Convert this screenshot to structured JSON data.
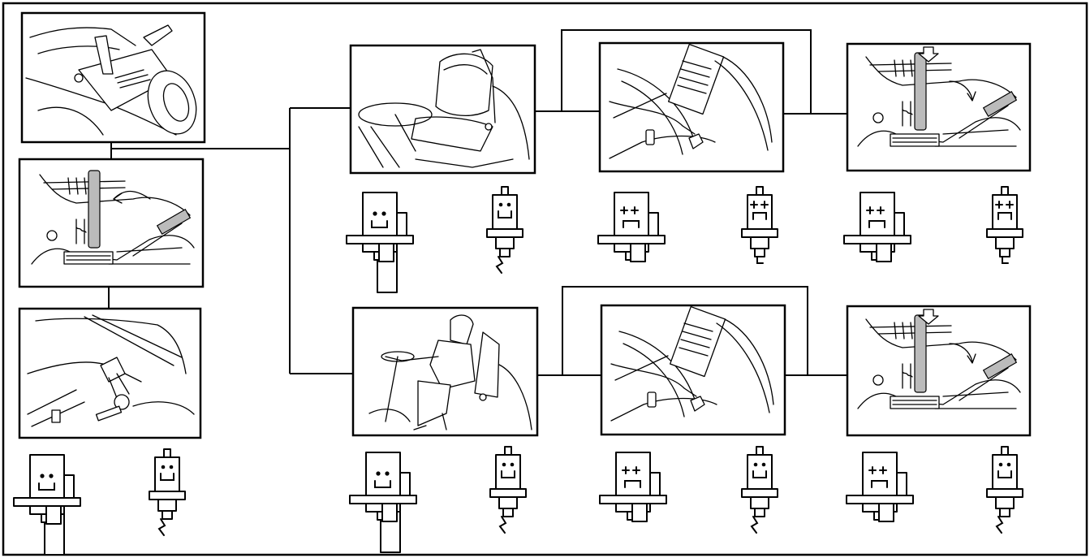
{
  "diagram": {
    "background": "#ffffff",
    "line_color": "#000000",
    "steps": [
      {
        "id": "p1",
        "scene": "lever-top-view"
      },
      {
        "id": "p2",
        "scene": "throttle-choke"
      },
      {
        "id": "p3",
        "scene": "brake-pedal"
      },
      {
        "id": "p4",
        "scene": "seat-empty"
      },
      {
        "id": "p5",
        "scene": "mower-deck"
      },
      {
        "id": "p6",
        "scene": "throttle-press"
      },
      {
        "id": "p7",
        "scene": "seat-occupied"
      },
      {
        "id": "p8",
        "scene": "mower-deck"
      },
      {
        "id": "p9",
        "scene": "throttle-press"
      }
    ],
    "outcomes": [
      {
        "step": "p3",
        "starter_motor": "happy-icon",
        "spark_plug": "happy-icon"
      },
      {
        "step": "p4",
        "starter_motor": "happy-icon",
        "spark_plug": "happy-icon"
      },
      {
        "step": "p5",
        "starter_motor": "plus-plus-icon",
        "spark_plug": "plus-plus-icon"
      },
      {
        "step": "p6",
        "starter_motor": "plus-plus-icon",
        "spark_plug": "plus-plus-icon"
      },
      {
        "step": "p7",
        "starter_motor": "happy-icon",
        "spark_plug": "happy-icon"
      },
      {
        "step": "p8",
        "starter_motor": "plus-plus-icon",
        "spark_plug": "happy-icon"
      },
      {
        "step": "p9",
        "starter_motor": "plus-plus-icon",
        "spark_plug": "happy-icon"
      }
    ]
  }
}
